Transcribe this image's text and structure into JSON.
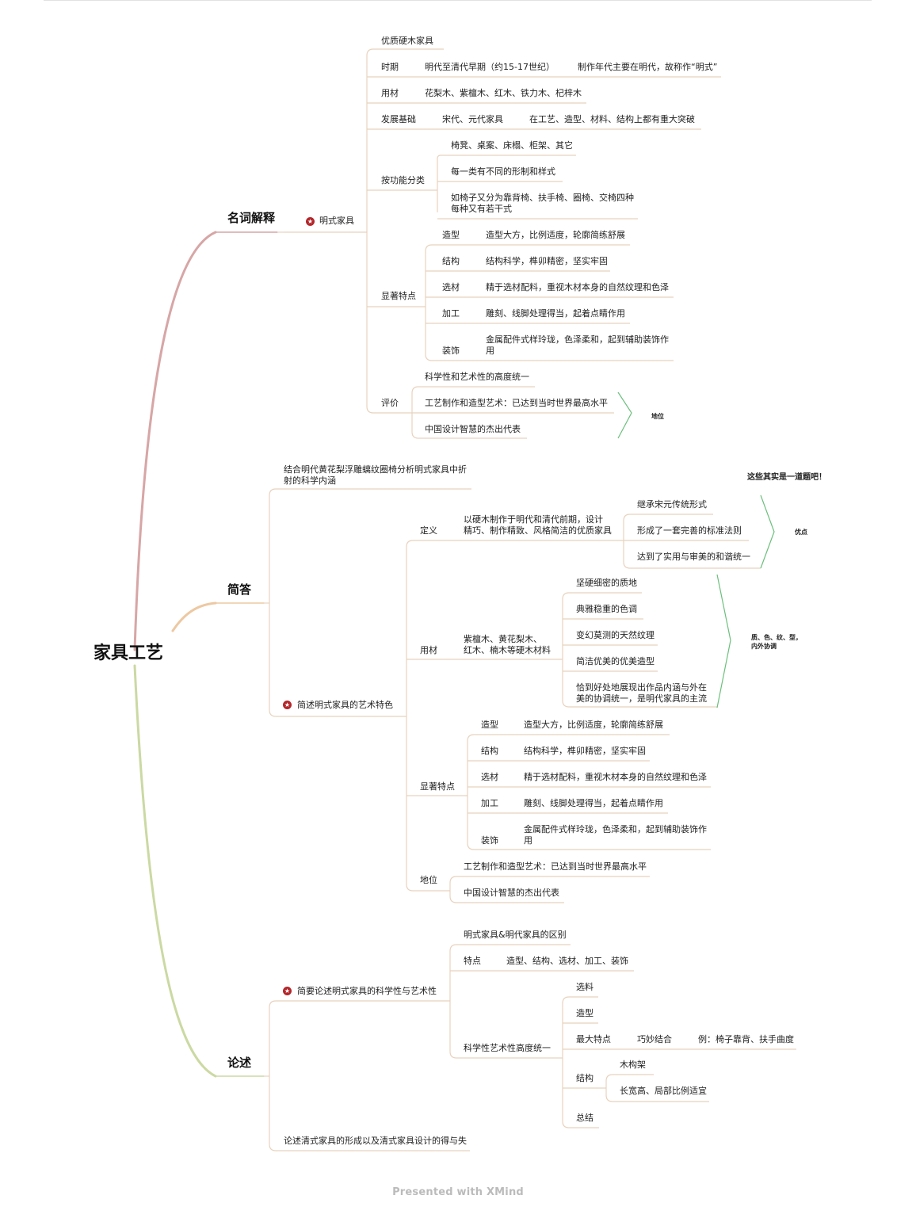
{
  "root": "家具工艺",
  "footer": "Presented with XMind",
  "colors": {
    "branch1": "#d7a6a6",
    "branch2": "#edc8a2",
    "branch3": "#cbd9a3",
    "sub": "#e8d2bd",
    "brace": "#6cbf7c"
  },
  "branches": {
    "b1": {
      "label": "名词解释",
      "topic": "明式家具",
      "items": {
        "def": "优质硬木家具",
        "period": {
          "label": "时期",
          "value": "明代至清代早期（约15-17世纪）",
          "note": "制作年代主要在明代，故称作“明式”"
        },
        "material": {
          "label": "用材",
          "value": "花梨木、紫檀木、红木、铁力木、杞梓木"
        },
        "basis": {
          "label": "发展基础",
          "value": "宋代、元代家具",
          "note": "在工艺、造型、材料、结构上都有重大突破"
        },
        "func": {
          "label": "按功能分类",
          "items": [
            "椅凳、桌案、床榻、柜架、其它",
            "每一类有不同的形制和样式",
            "如椅子又分为靠背椅、扶手椅、圈椅、交椅四种",
            "每种又有若干式"
          ]
        },
        "feature": {
          "label": "显著特点",
          "items": [
            {
              "k": "造型",
              "v": "造型大方，比例适度，轮廓简练舒展"
            },
            {
              "k": "结构",
              "v": "结构科学，榫卯精密，坚实牢固"
            },
            {
              "k": "选材",
              "v": "精于选材配料，重视木材本身的自然纹理和色泽"
            },
            {
              "k": "加工",
              "v": "雕刻、线脚处理得当，起着点睛作用"
            },
            {
              "k": "装饰",
              "v": "金属配件式样玲珑，色泽柔和，起到辅助装饰作",
              "v2": "用"
            }
          ]
        },
        "eval": {
          "label": "评价",
          "items": [
            "科学性和艺术性的高度统一",
            "工艺制作和造型艺术：已达到当时世界最高水平",
            "中国设计智慧的杰出代表"
          ],
          "summary": "地位"
        }
      }
    },
    "b2": {
      "label": "简答",
      "q1": [
        "结合明代黄花梨浮雕螭纹圈椅分析明式家具中折",
        "射的科学内涵"
      ],
      "topic": "简述明式家具的艺术特色",
      "items": {
        "def": {
          "label": "定义",
          "value": [
            "以硬木制作于明代和清代前期，设计",
            "精巧、制作精致、风格简洁的优质家具"
          ],
          "items": [
            "继承宋元传统形式",
            "形成了一套完善的标准法则",
            "达到了实用与审美的和谐统一"
          ],
          "summary": "优点",
          "note": "这些其实是一道题吧！"
        },
        "material": {
          "label": "用材",
          "value": [
            "紫檀木、黄花梨木、",
            "红木、楠木等硬木材料"
          ],
          "items": [
            "坚硬细密的质地",
            "典雅稳重的色调",
            "变幻莫测的天然纹理",
            "简洁优美的优美造型",
            "恰到好处地展现出作品内涵与外在",
            "美的协调统一，是明代家具的主流"
          ],
          "summary": [
            "质、色、纹、型，",
            "内外协调"
          ]
        },
        "feature": {
          "label": "显著特点",
          "items": [
            {
              "k": "造型",
              "v": "造型大方，比例适度，轮廓简练舒展"
            },
            {
              "k": "结构",
              "v": "结构科学，榫卯精密，坚实牢固"
            },
            {
              "k": "选材",
              "v": "精于选材配料，重视木材本身的自然纹理和色泽"
            },
            {
              "k": "加工",
              "v": "雕刻、线脚处理得当，起着点睛作用"
            },
            {
              "k": "装饰",
              "v": "金属配件式样玲珑，色泽柔和，起到辅助装饰作",
              "v2": "用"
            }
          ]
        },
        "status": {
          "label": "地位",
          "items": [
            "工艺制作和造型艺术：已达到当时世界最高水平",
            "中国设计智慧的杰出代表"
          ]
        }
      }
    },
    "b3": {
      "label": "论述",
      "topic": "简要论述明式家具的科学性与艺术性",
      "items": {
        "diff": "明式家具&明代家具的区别",
        "feature": {
          "label": "特点",
          "value": "造型、结构、选材、加工、装饰"
        },
        "unity": {
          "label": "科学性艺术性高度统一",
          "items": {
            "a": "选料",
            "b": "造型",
            "c": {
              "label": "最大特点",
              "value": "巧妙结合",
              "example": "例：椅子靠背、扶手曲度"
            },
            "d": {
              "label": "结构",
              "items": [
                "木构架",
                "长宽高、局部比例适宜"
              ]
            },
            "e": "总结"
          }
        }
      },
      "q2": "论述清式家具的形成以及清式家具设计的得与失"
    }
  }
}
